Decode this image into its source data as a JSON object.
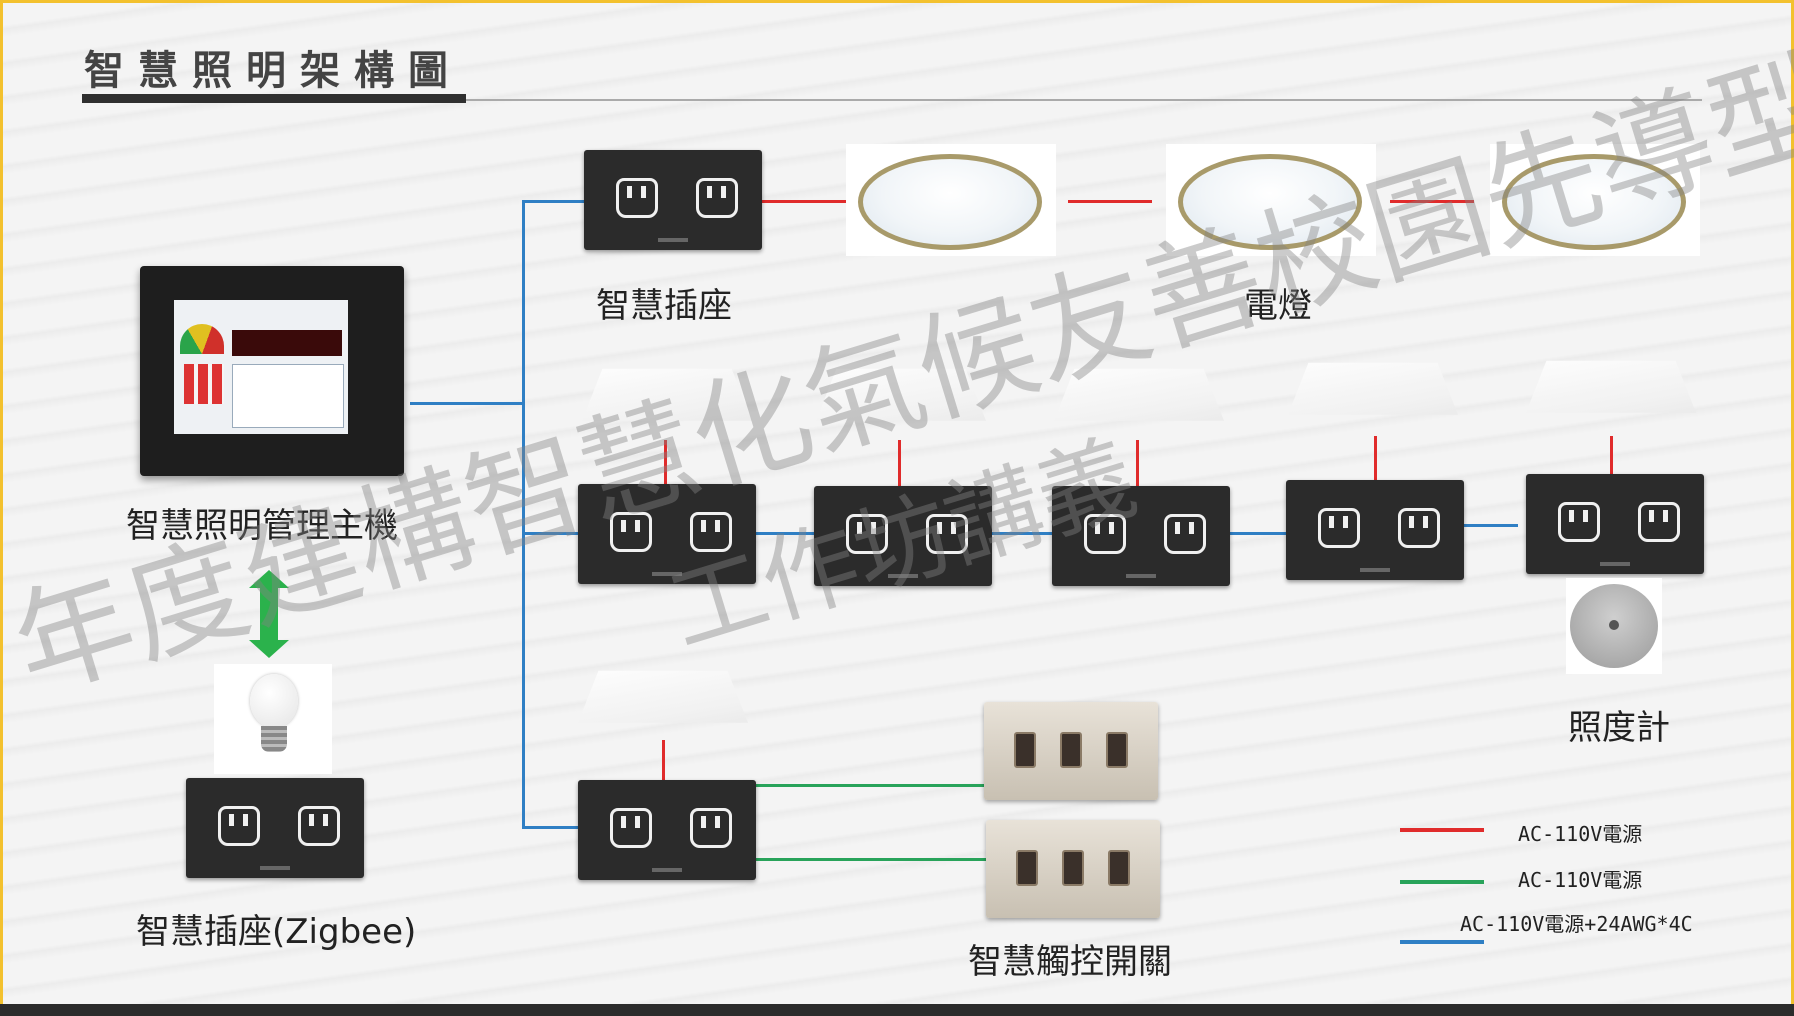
{
  "title": "智慧照明架構圖",
  "labels": {
    "host": "智慧照明管理主機",
    "smart_socket": "智慧插座",
    "lamp": "電燈",
    "lux_meter": "照度計",
    "zigbee_socket": "智慧插座(Zigbee)",
    "touch_switch": "智慧觸控開關"
  },
  "legend": [
    {
      "text": "AC-110V電源",
      "color": "#e02b2b"
    },
    {
      "text": "AC-110V電源",
      "color": "#28a35a"
    },
    {
      "text": "AC-110V電源+24AWG*4C",
      "color": "#2f7fc4"
    }
  ],
  "watermark": {
    "line1": "年度建構智慧化氣候友善校園先導型計",
    "line2": "工作坊講義"
  },
  "icons": {
    "host": "touch-panel-icon",
    "socket": "power-outlet-icon",
    "ceiling_lamp": "ceiling-lamp-icon",
    "panel_light": "panel-light-icon",
    "bulb": "bulb-icon",
    "switch": "touch-switch-icon",
    "lux": "lux-meter-icon",
    "arrow": "bidirectional-arrow-icon"
  }
}
